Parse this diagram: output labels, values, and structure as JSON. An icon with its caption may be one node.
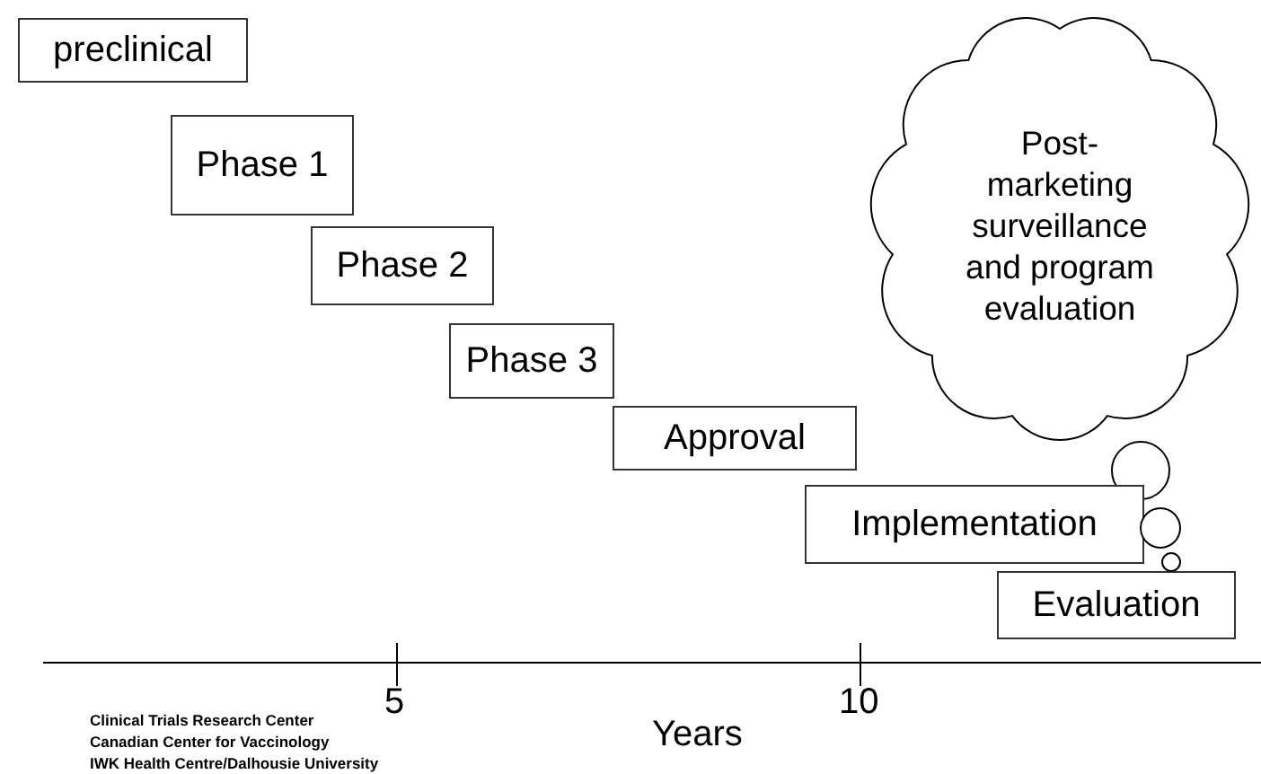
{
  "diagram": {
    "nodes": [
      {
        "text": [
          "preclinical"
        ]
      },
      {
        "text": [
          "Phase 1"
        ]
      },
      {
        "text": [
          "Phase 2"
        ]
      },
      {
        "text": [
          "Phase 3"
        ]
      },
      {
        "text": [
          "Approval"
        ]
      },
      {
        "text": [
          "Implementation"
        ]
      },
      {
        "text": [
          "Evaluation"
        ]
      },
      {
        "text": [
          "Post-marketing surveillance and program evaluation"
        ]
      }
    ],
    "labels": [
      "5",
      "10",
      "Years",
      "Clinical Trials Research Center",
      "Canadian Center for Vaccinology",
      "IWK Health Centre/Dalhousie University"
    ]
  }
}
